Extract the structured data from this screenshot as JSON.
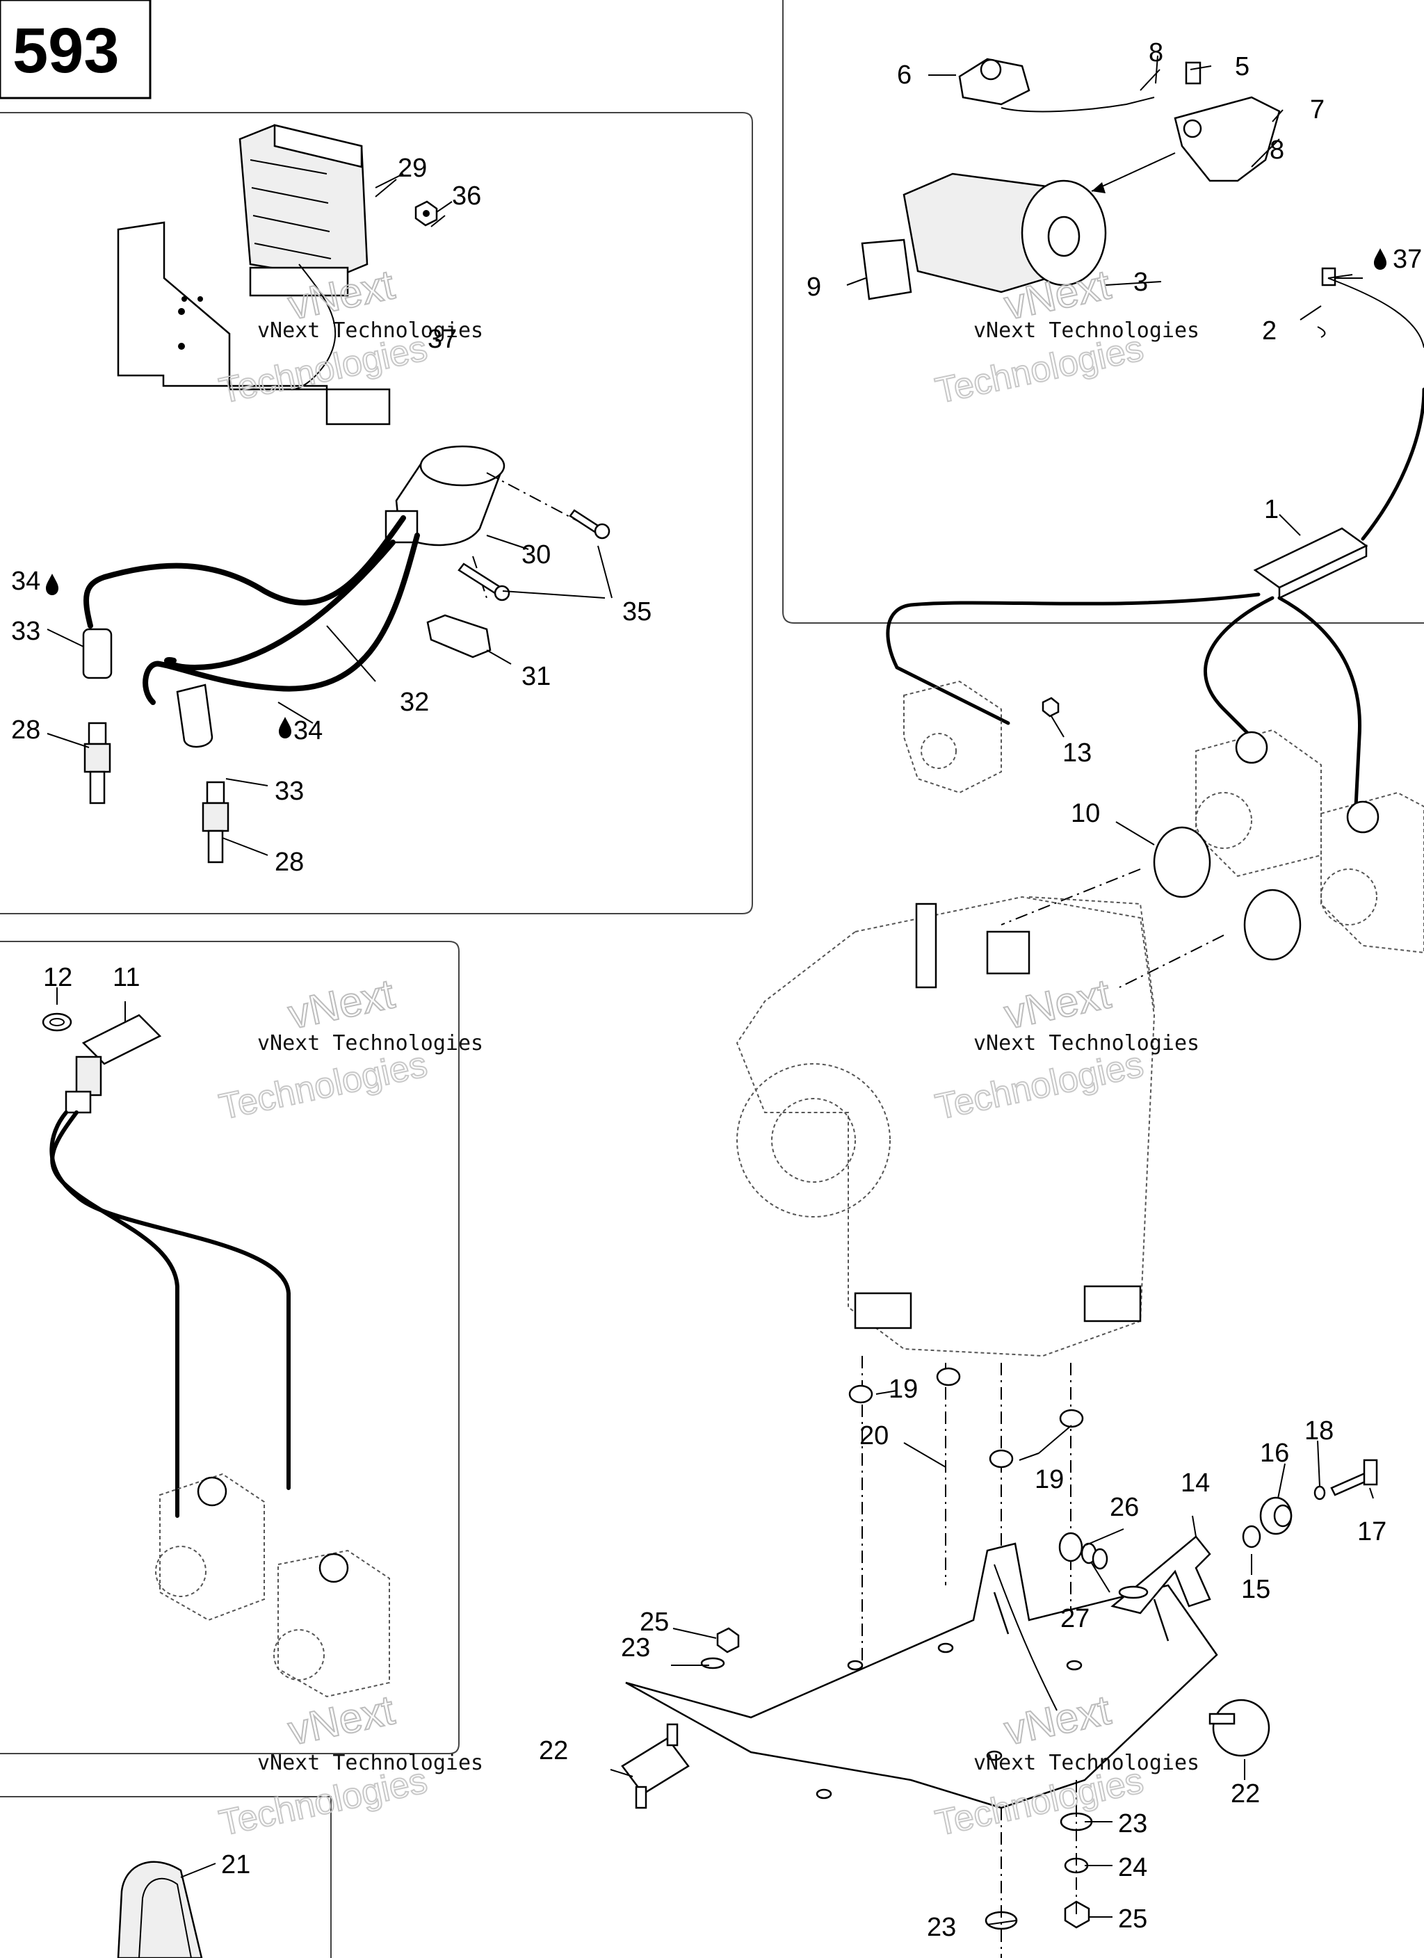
{
  "page": {
    "number": "593"
  },
  "watermark": {
    "line1": "vNext Technologies",
    "line2": "vNext",
    "line3": "Technologies"
  },
  "callouts": {
    "c1": "1",
    "c2": "2",
    "c3": "3",
    "c5": "5",
    "c6": "6",
    "c7": "7",
    "c8a": "8",
    "c8b": "8",
    "c9": "9",
    "c10": "10",
    "c11": "11",
    "c12": "12",
    "c13": "13",
    "c14": "14",
    "c15": "15",
    "c16": "16",
    "c17": "17",
    "c18": "18",
    "c19a": "19",
    "c19b": "19",
    "c20": "20",
    "c21": "21",
    "c22a": "22",
    "c22b": "22",
    "c23a": "23",
    "c23b": "23",
    "c23c": "23",
    "c24": "24",
    "c25a": "25",
    "c25b": "25",
    "c26": "26",
    "c27": "27",
    "c28a": "28",
    "c28b": "28",
    "c29": "29",
    "c30": "30",
    "c31": "31",
    "c32": "32",
    "c33a": "33",
    "c33b": "33",
    "c34a": "34",
    "c34b": "34",
    "c35": "35",
    "c36": "36",
    "c37a": "37",
    "c37b": "37"
  },
  "icons": {
    "drop": "oil-drop-icon"
  }
}
